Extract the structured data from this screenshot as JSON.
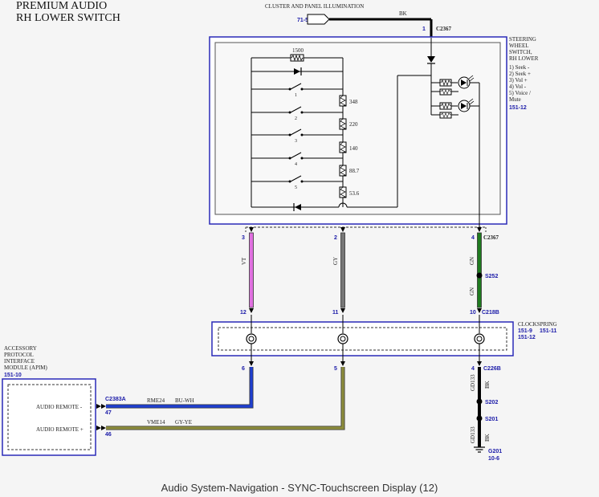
{
  "title_lines": [
    "PREMIUM AUDIO",
    "RH LOWER SWITCH"
  ],
  "caption": "Audio System-Navigation - SYNC-Touchscreen Display (12)",
  "top_feed": {
    "label": "CLUSTER AND PANEL ILLUMINATION",
    "ref": "71-5",
    "wire_color": "BK",
    "pin": "1",
    "connector": "C2367"
  },
  "switch_module": {
    "lines": [
      "STEERING",
      "WHEEL",
      "SWITCH,",
      "RH LOWER"
    ],
    "functions": [
      "1) Seek -",
      "2) Seek +",
      "3) Vol +",
      "4) Vol -",
      "5) Voice /",
      "Mute"
    ],
    "ref": "151-12"
  },
  "resistors": [
    "1500",
    "348",
    "220",
    "140",
    "88.7",
    "53.6"
  ],
  "switch_numbers": [
    "1",
    "2",
    "3",
    "4",
    "5"
  ],
  "upper_pins": [
    {
      "pin": "3",
      "wire": "VT"
    },
    {
      "pin": "2",
      "wire": "GY"
    },
    {
      "pin": "4",
      "connector": "C2367",
      "wire_a": "GN",
      "splice": "S252",
      "wire_b": "GN"
    }
  ],
  "c218b": {
    "pins": [
      "12",
      "11",
      "10"
    ],
    "connector": "C218B"
  },
  "clockspring": {
    "label": "CLOCKSPRING",
    "refs": [
      "151-9",
      "151-11",
      "151-12"
    ]
  },
  "lower_pins": {
    "pins": [
      "6",
      "5",
      "4"
    ],
    "connector": "C226B"
  },
  "apim": {
    "lines": [
      "ACCESSORY",
      "PROTOCOL",
      "INTERFACE",
      "MODULE (APIM)"
    ],
    "ref": "151-10",
    "connector": "C2383A",
    "inputs": [
      "AUDIO REMOTE -",
      "AUDIO REMOTE +"
    ],
    "pins": [
      "47",
      "46"
    ]
  },
  "wires": [
    {
      "circuit": "RME24",
      "color": "BU-WH"
    },
    {
      "circuit": "VME14",
      "color": "GY-YE"
    }
  ],
  "ground": {
    "circuit_a": "GD133",
    "color_a": "BK",
    "splices": [
      "S202",
      "S201"
    ],
    "circuit_b": "GD133",
    "color_b": "BK",
    "ground": "G201",
    "ref": "10-6"
  },
  "colors": {
    "violet": "#e070e0",
    "gray": "#777777",
    "green": "#1f7a1f",
    "blue": "#1f3fd0",
    "gray_yellow": "#8c8c3c",
    "black": "#000000",
    "frame": "#2a2ab8"
  }
}
